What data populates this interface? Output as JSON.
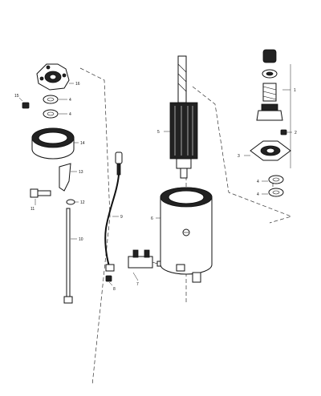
{
  "diagram": {
    "callouts": {
      "c1": "1",
      "c2": "2",
      "c3": "3",
      "c4a": "4",
      "c4b": "4",
      "c4c": "4",
      "c4d": "4",
      "c5": "5",
      "c6": "6",
      "c7": "7",
      "c8": "8",
      "c9": "9",
      "c10": "10",
      "c11": "11",
      "c12": "12",
      "c13": "13",
      "c14": "14",
      "c15": "15",
      "c16": "16"
    }
  }
}
